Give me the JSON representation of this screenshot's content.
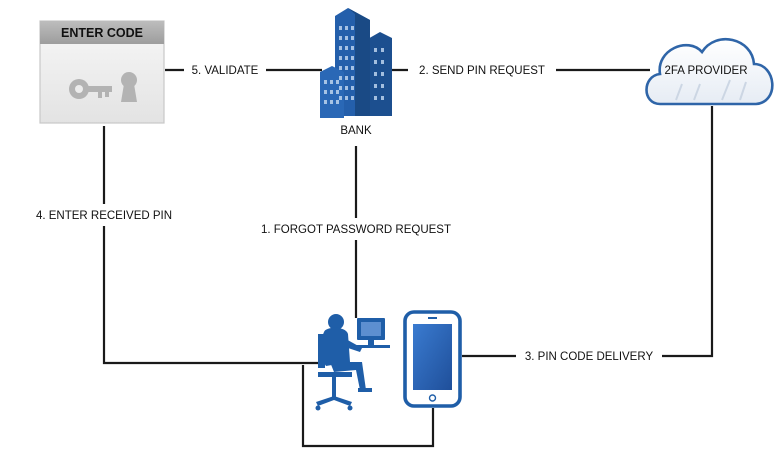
{
  "enter_code_box": {
    "title": "ENTER CODE",
    "icon": "key-and-keyhole-icon"
  },
  "nodes": {
    "bank": {
      "label": "BANK",
      "icon": "bank-building-icon"
    },
    "provider": {
      "label": "2FA PROVIDER",
      "icon": "cloud-icon"
    },
    "user": {
      "icon": "user-at-computer-icon"
    },
    "phone": {
      "icon": "smartphone-icon"
    }
  },
  "steps": {
    "step1": "1. FORGOT PASSWORD REQUEST",
    "step2": "2. SEND PIN REQUEST",
    "step3": "3. PIN CODE DELIVERY",
    "step4": "4. ENTER RECEIVED PIN",
    "step5": "5. VALIDATE"
  },
  "colors": {
    "accent_blue": "#1f5ea8",
    "cloud_blue": "#2f65a8",
    "header_gray": "#a9a9a9",
    "box_gray": "#ececec"
  }
}
